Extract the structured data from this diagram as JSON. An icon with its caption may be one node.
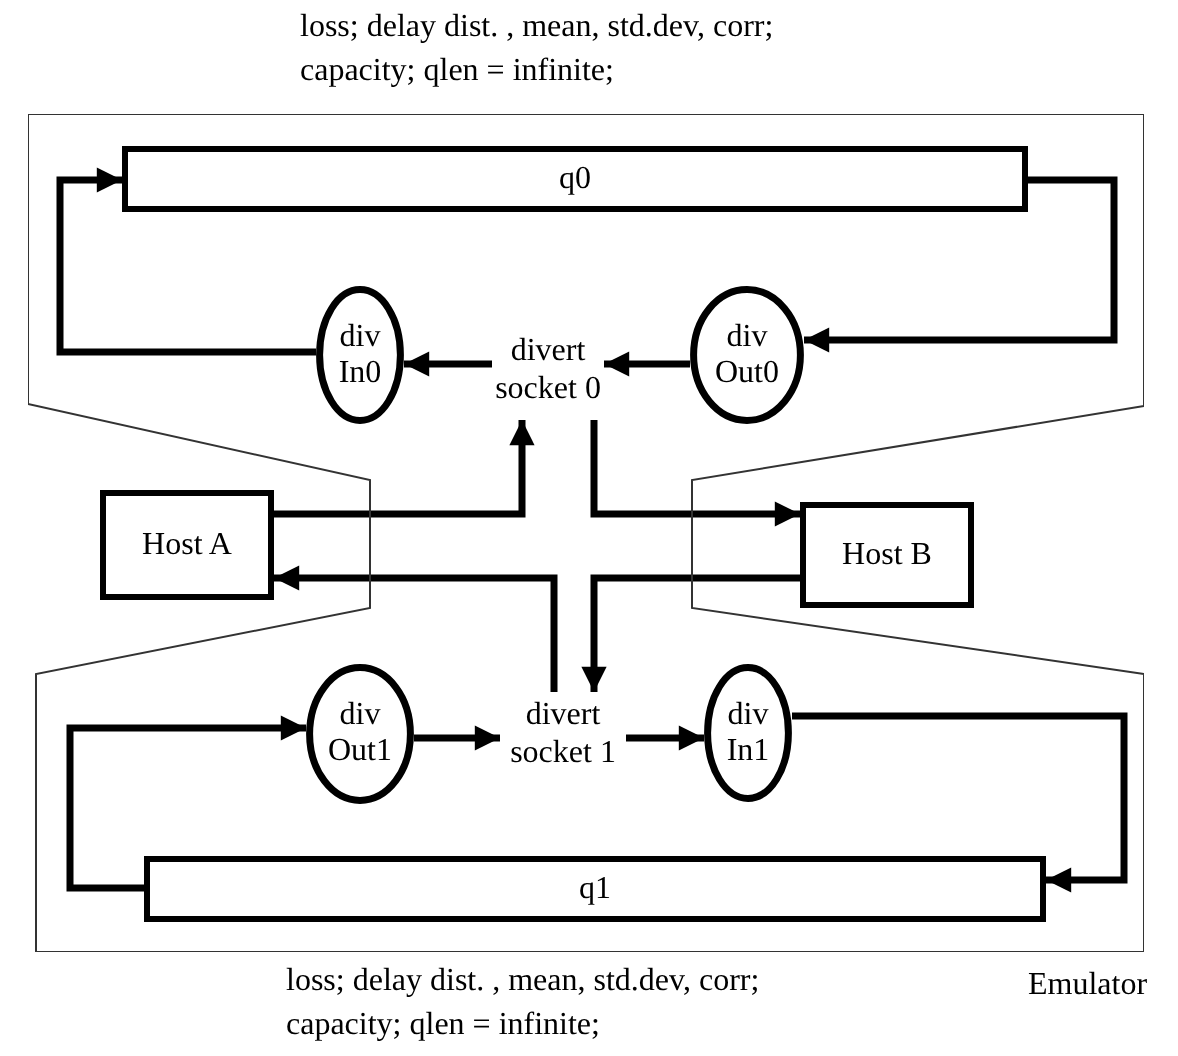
{
  "diagram": {
    "nodes": [
      {
        "text": [
          "Emulator"
        ]
      },
      {
        "text": [
          "q0"
        ],
        "in": 0
      },
      {
        "text": [
          "div In0"
        ],
        "in": 0
      },
      {
        "text": [
          "div Out0"
        ],
        "in": 0
      },
      {
        "text": [
          "divert socket 0"
        ],
        "in": 0
      },
      {
        "text": [
          "Host A"
        ]
      },
      {
        "text": [
          "Host B"
        ]
      },
      {
        "text": [
          "divert socket 1"
        ],
        "in": 0
      },
      {
        "text": [
          "div Out1"
        ],
        "in": 0
      },
      {
        "text": [
          "div In1"
        ],
        "in": 0
      },
      {
        "text": [
          "q1"
        ],
        "in": 0
      }
    ],
    "edges": [
      {
        "from": 1,
        "to": 3,
        "arrow": "to"
      },
      {
        "from": 3,
        "to": 4,
        "arrow": "to"
      },
      {
        "from": 4,
        "to": 2,
        "arrow": "to"
      },
      {
        "from": 2,
        "to": 1,
        "arrow": "to"
      },
      {
        "from": 5,
        "to": 4,
        "arrow": "to"
      },
      {
        "from": 4,
        "to": 6,
        "arrow": "to"
      },
      {
        "from": 7,
        "to": 5,
        "arrow": "to"
      },
      {
        "from": 6,
        "to": 7,
        "arrow": "to"
      },
      {
        "from": 7,
        "to": 9,
        "arrow": "to"
      },
      {
        "from": 8,
        "to": 7,
        "arrow": "to"
      },
      {
        "from": 9,
        "to": 10,
        "arrow": "to"
      },
      {
        "from": 10,
        "to": 8,
        "arrow": "to"
      }
    ],
    "labels": [
      "loss; delay dist. , mean, std.dev, corr; capacity; qlen = infinite;",
      "loss; delay dist. , mean, std.dev, corr; capacity; qlen = infinite;"
    ]
  }
}
